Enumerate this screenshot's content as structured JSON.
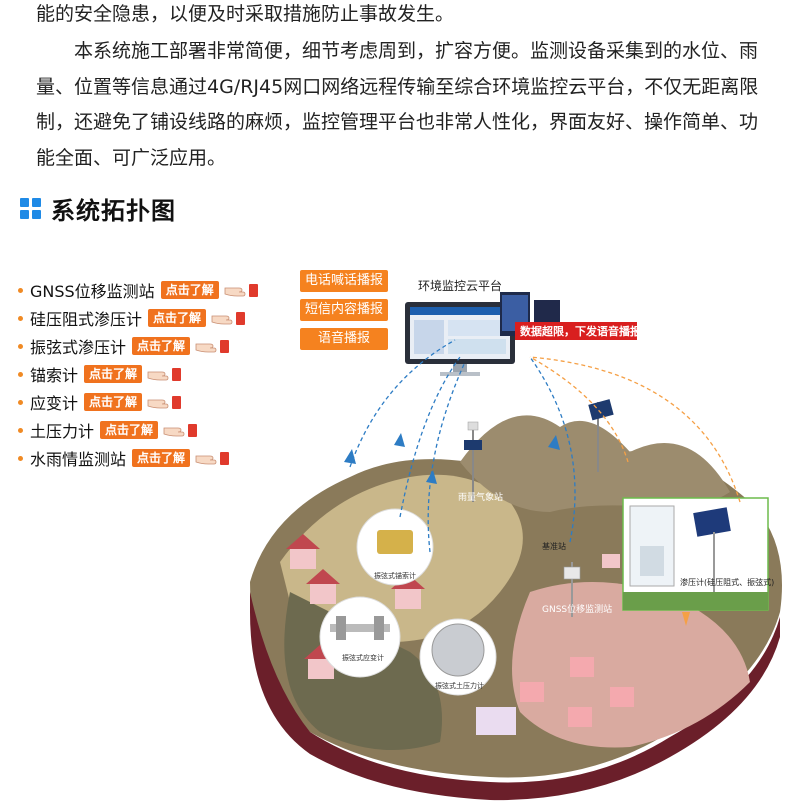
{
  "intro": {
    "para1": "能的安全隐患，以便及时采取措施防止事故发生。",
    "para2": "本系统施工部署非常简便，细节考虑周到，扩容方便。监测设备采集到的水位、雨量、位置等信息通过4G/RJ45网口网络远程传输至综合环境监控云平台，不仅无距离限制，还避免了铺设线路的麻烦，监控管理平台也非常人性化，界面友好、操作简单、功能全面、可广泛应用。"
  },
  "section": {
    "title": "系统拓扑图"
  },
  "devices": [
    {
      "name": "GNSS位移监测站",
      "button": "点击了解"
    },
    {
      "name": "硅压阻式渗压计",
      "button": "点击了解"
    },
    {
      "name": "振弦式渗压计",
      "button": "点击了解"
    },
    {
      "name": "锚索计",
      "button": "点击了解"
    },
    {
      "name": "应变计",
      "button": "点击了解"
    },
    {
      "name": "土压力计",
      "button": "点击了解"
    },
    {
      "name": "水雨情监测站",
      "button": "点击了解"
    }
  ],
  "diagram": {
    "platform_title": "环境监控云平台",
    "broadcast": [
      "电话喊话播报",
      "短信内容播报",
      "语音播报"
    ],
    "alarm": "数据超限，下发语音播报",
    "labels": {
      "rain_station": "雨量气象站",
      "gnss_station": "GNSS位移监测站",
      "base_station": "基准站",
      "anchor_meter": "振弦式锚索计",
      "strain_meter": "振弦式应变计",
      "earth_pressure": "振弦式土压力计",
      "piezometer": "渗压计(硅压阻式、振弦式)"
    }
  },
  "colors": {
    "accent": "#f0721e",
    "blue_icon": "#1f8ae6",
    "arrow_blue": "#2d7cc4",
    "arrow_orange": "#f5a046"
  }
}
